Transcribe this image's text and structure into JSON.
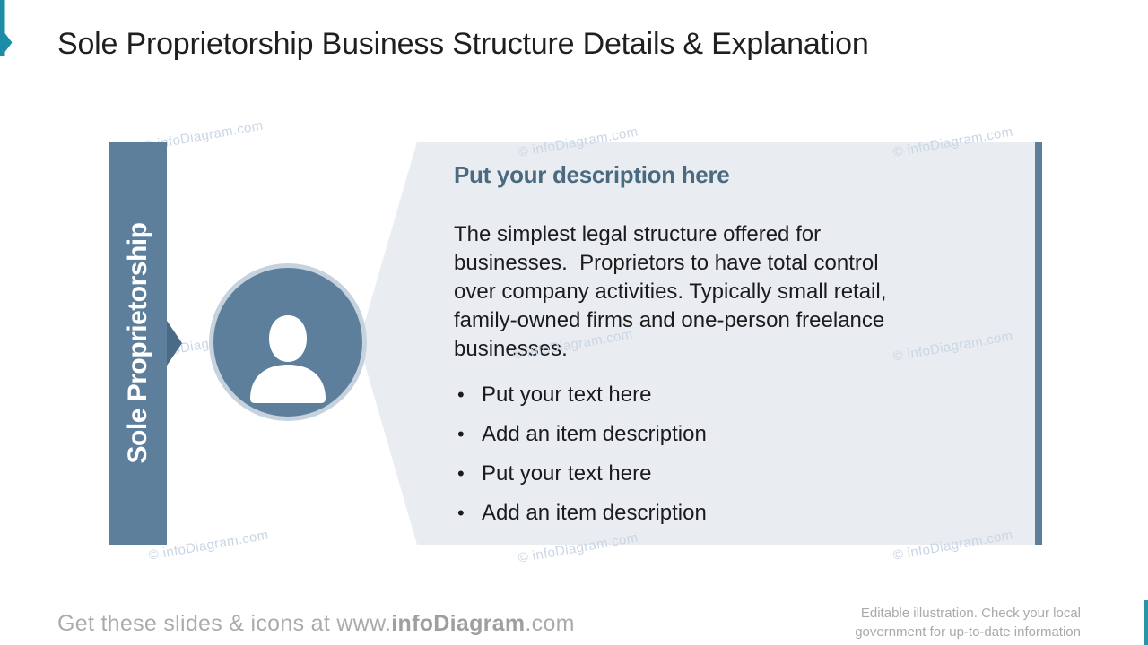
{
  "slide": {
    "title": "Sole Proprietorship Business Structure Details & Explanation"
  },
  "sidebar": {
    "label": "Sole Proprietorship"
  },
  "panel": {
    "heading": "Put your description here",
    "description_lines": [
      "The simplest legal structure offered for",
      "businesses.  Proprietors to have total control",
      "over company activities. Typically small retail,",
      "family-owned firms and one-person freelance",
      "businesses."
    ],
    "bullets": [
      "Put your text here",
      "Add an item description",
      "Put your text here",
      "Add an item description"
    ]
  },
  "watermark": {
    "text": "© infoDiagram.com"
  },
  "footer": {
    "left_prefix": "Get these slides & icons at www.",
    "left_brand": "infoDiagram",
    "left_suffix": ".com",
    "right_lines": [
      "Editable illustration. Check your local",
      "government for up-to-date information"
    ]
  },
  "icons": {
    "bookmark": "bookmark-ribbon-icon",
    "arrow": "right-arrow-icon",
    "avatar": "person-icon"
  },
  "colors": {
    "teal_accent": "#1d8ca7",
    "bar_blue": "#5d7f9c",
    "arrow_dark": "#4a6a85",
    "panel_bg": "#e9edf1",
    "heading_text": "#4a6a7f",
    "body_text": "#1b1b1b",
    "footer_gray": "#ababab",
    "watermark_blue": "#c9d6e5",
    "ring_light": "#c6d2de"
  }
}
